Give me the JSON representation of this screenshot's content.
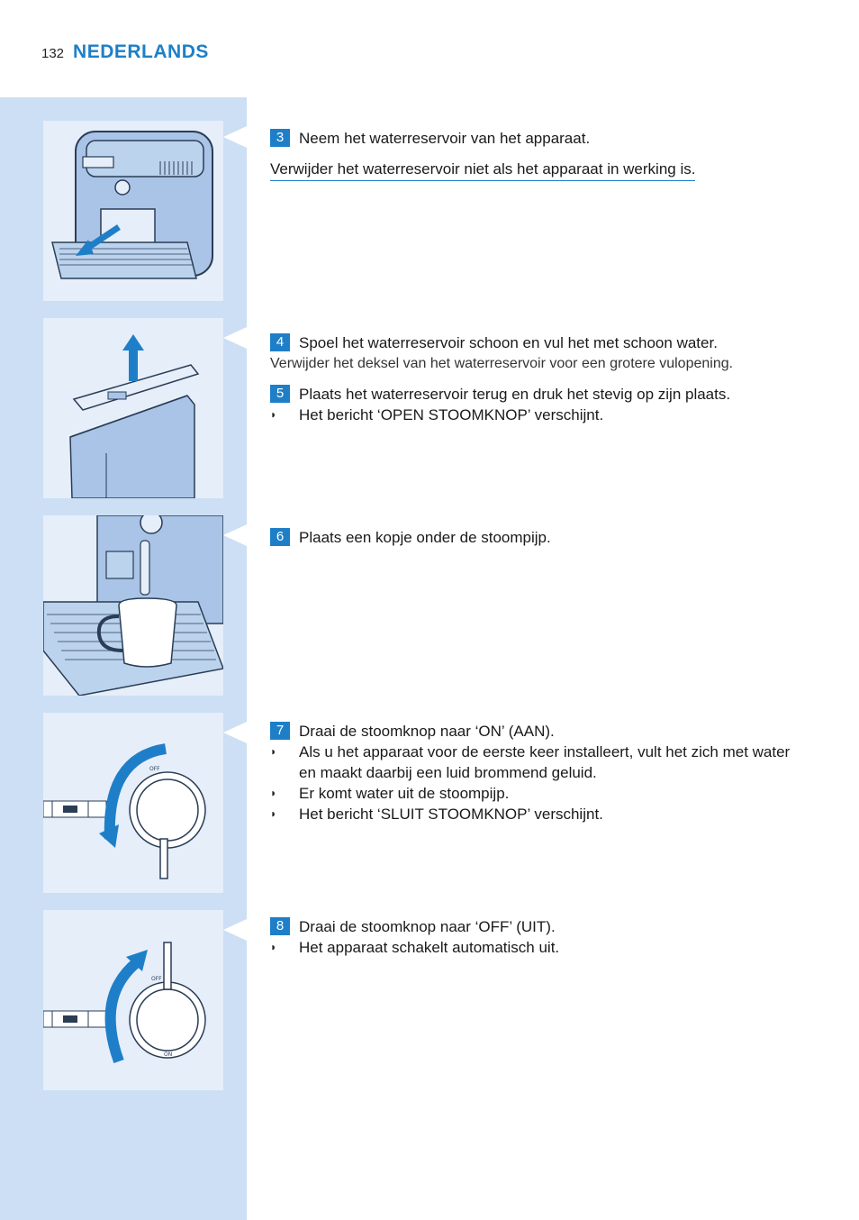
{
  "header": {
    "page_number": "132",
    "language": "NEDERLANDS"
  },
  "colors": {
    "accent": "#1e7fc8",
    "sidebar": "#ccdff4",
    "panel": "#e6eefa",
    "machine": "#a9c4e6"
  },
  "steps": {
    "s3": {
      "number": "3",
      "text": "Neem het waterreservoir van het apparaat.",
      "warning": "Verwijder het waterreservoir niet als het apparaat in werking is."
    },
    "s4": {
      "number": "4",
      "text": "Spoel het waterreservoir schoon en vul het met schoon water.",
      "note": "Verwijder het deksel van het waterreservoir voor een grotere vulopening."
    },
    "s5": {
      "number": "5",
      "text": "Plaats het waterreservoir terug en druk het stevig op zijn plaats.",
      "bullets": [
        "Het bericht ‘OPEN STOOMKNOP’ verschijnt."
      ]
    },
    "s6": {
      "number": "6",
      "text": "Plaats een kopje onder de stoompijp."
    },
    "s7": {
      "number": "7",
      "text": "Draai de stoomknop naar ‘ON’ (AAN).",
      "bullets": [
        "Als u het apparaat voor de eerste keer installeert, vult het zich met water en maakt daarbij een luid brommend geluid.",
        "Er komt water uit de stoompijp.",
        "Het bericht ‘SLUIT STOOMKNOP’ verschijnt."
      ]
    },
    "s8": {
      "number": "8",
      "text": "Draai de stoomknop naar ‘OFF’ (UIT).",
      "bullets": [
        "Het apparaat schakelt automatisch uit."
      ]
    }
  },
  "illustrations": {
    "knob_off_label": "OFF",
    "knob_on_label": "ON",
    "bullet_glyph": "◗"
  }
}
